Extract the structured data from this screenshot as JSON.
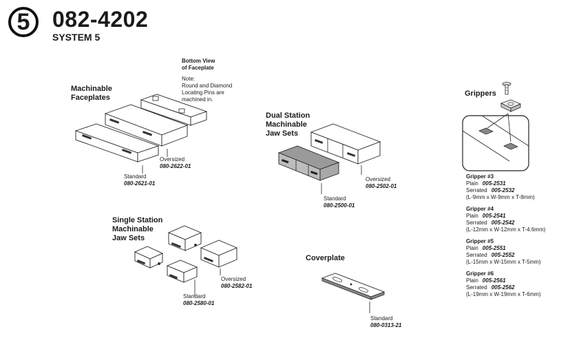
{
  "header": {
    "circle_number": "5",
    "part_number": "082-4202",
    "system": "SYSTEM 5"
  },
  "faceplates": {
    "title_line1": "Machinable",
    "title_line2": "Faceplates",
    "bottom_view_line1": "Bottom View",
    "bottom_view_line2": "of Faceplate",
    "note_lines": [
      "Note:",
      "Round and Diamond",
      "Locating Pins are",
      "machined in."
    ],
    "standard_label": "Standard",
    "standard_number": "080-2621-01",
    "oversized_label": "Oversized",
    "oversized_number": "080-2622-01"
  },
  "dual_station": {
    "title_lines": [
      "Dual Station",
      "Machinable",
      "Jaw Sets"
    ],
    "standard_label": "Standard",
    "standard_number": "080-2500-01",
    "oversized_label": "Oversized",
    "oversized_number": "080-2502-01"
  },
  "single_station": {
    "title_lines": [
      "Single Station",
      "Machinable",
      "Jaw Sets"
    ],
    "standard_label": "Standard",
    "standard_number": "080-2580-01",
    "oversized_label": "Oversized",
    "oversized_number": "080-2582-01"
  },
  "coverplate": {
    "title": "Coverplate",
    "standard_label": "Standard",
    "standard_number": "080-0313-21"
  },
  "grippers": {
    "title": "Grippers",
    "items": [
      {
        "name": "Gripper #3",
        "plain_label": "Plain",
        "plain": "005-2531",
        "serrated_label": "Serrated",
        "serrated": "005-2532",
        "dims": "(L-9mm x W-9mm x T-8mm)"
      },
      {
        "name": "Gripper #4",
        "plain_label": "Plain",
        "plain": "005-2541",
        "serrated_label": "Serrated",
        "serrated": "005-2542",
        "dims": "(L-12mm x W-12mm x T-4.6mm)"
      },
      {
        "name": "Gripper #5",
        "plain_label": "Plain",
        "plain": "005-2551",
        "serrated_label": "Serrated",
        "serrated": "005-2552",
        "dims": "(L-15mm x W-15mm x T-5mm)"
      },
      {
        "name": "Gripper #6",
        "plain_label": "Plain",
        "plain": "005-2561",
        "serrated_label": "Serrated",
        "serrated": "005-2562",
        "dims": "(L-19mm x W-19mm x T-6mm)"
      }
    ]
  }
}
